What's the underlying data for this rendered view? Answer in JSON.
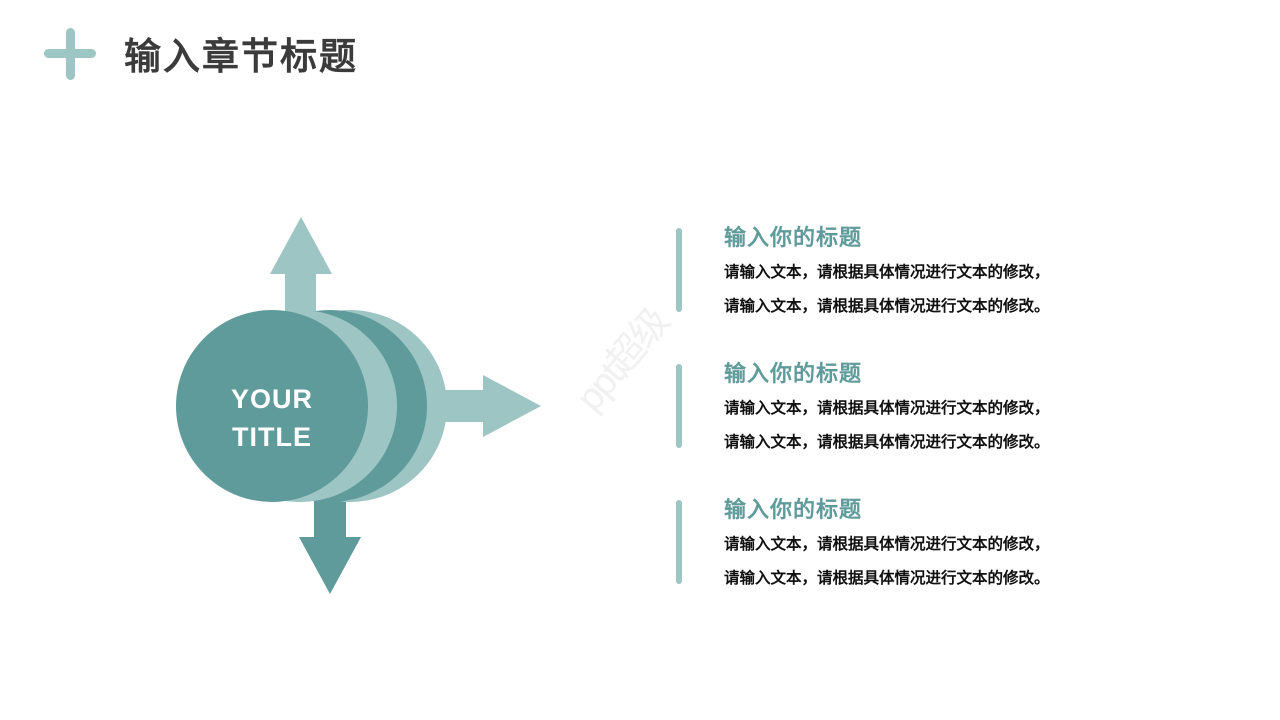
{
  "header": {
    "icon": "plus-icon",
    "title": "输入章节标题"
  },
  "diagram": {
    "center_label_line1": "YOUR",
    "center_label_line2": "TITLE",
    "arrows": [
      "arrow-up",
      "arrow-right",
      "arrow-down"
    ],
    "colors": {
      "dark": "#5e9b9a",
      "light": "#9dc5c4"
    }
  },
  "items": [
    {
      "title": "输入你的标题",
      "line1": "请输入文本，请根据具体情况进行文本的修改，",
      "line2": "请输入文本，请根据具体情况进行文本的修改。"
    },
    {
      "title": "输入你的标题",
      "line1": "请输入文本，请根据具体情况进行文本的修改，",
      "line2": "请输入文本，请根据具体情况进行文本的修改。"
    },
    {
      "title": "输入你的标题",
      "line1": "请输入文本，请根据具体情况进行文本的修改，",
      "line2": "请输入文本，请根据具体情况进行文本的修改。"
    }
  ],
  "watermark": "ppt超级"
}
